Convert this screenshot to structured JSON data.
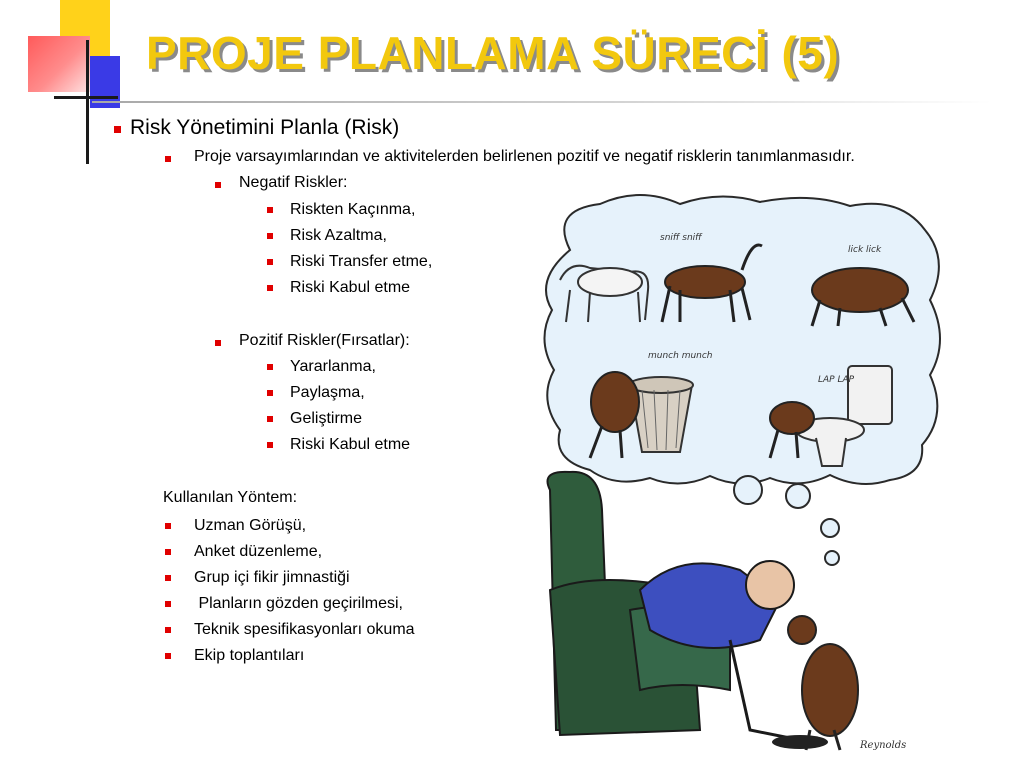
{
  "slide": {
    "title": "PROJE PLANLAMA SÜRECİ (5)",
    "heading": "Risk Yönetimini Planla (Risk)",
    "sub_bullet": "Proje varsayımlarından ve aktivitelerden belirlenen pozitif ve negatif risklerin tanımlanmasıdır.",
    "negative": {
      "label": "Negatif Riskler:",
      "items": [
        "Riskten Kaçınma,",
        "Risk Azaltma,",
        "Riski Transfer etme,",
        "Riski Kabul etme"
      ]
    },
    "positive": {
      "label": "Pozitif  Riskler(Fırsatlar):",
      "items": [
        "Yararlanma,",
        "Paylaşma,",
        "Geliştirme",
        "Riski Kabul etme"
      ]
    },
    "methods": {
      "label": "Kullanılan Yöntem:",
      "items": [
        "Uzman Görüşü,",
        "Anket düzenleme,",
        "Grup içi fikir jimnastiği",
        " Planların gözden geçirilmesi,",
        "Teknik spesifikasyonları okuma",
        "Ekip toplantıları"
      ]
    }
  },
  "cartoon": {
    "sfx": [
      "sniff sniff",
      "lick lick",
      "munch munch",
      "LAP LAP"
    ],
    "signature": "Reynolds"
  },
  "colors": {
    "title": "#f2c80e",
    "bullet": "#e00000",
    "accent_blue": "#3a3ae6",
    "accent_yellow": "#ffd21a",
    "accent_red": "#ff5a5a"
  }
}
